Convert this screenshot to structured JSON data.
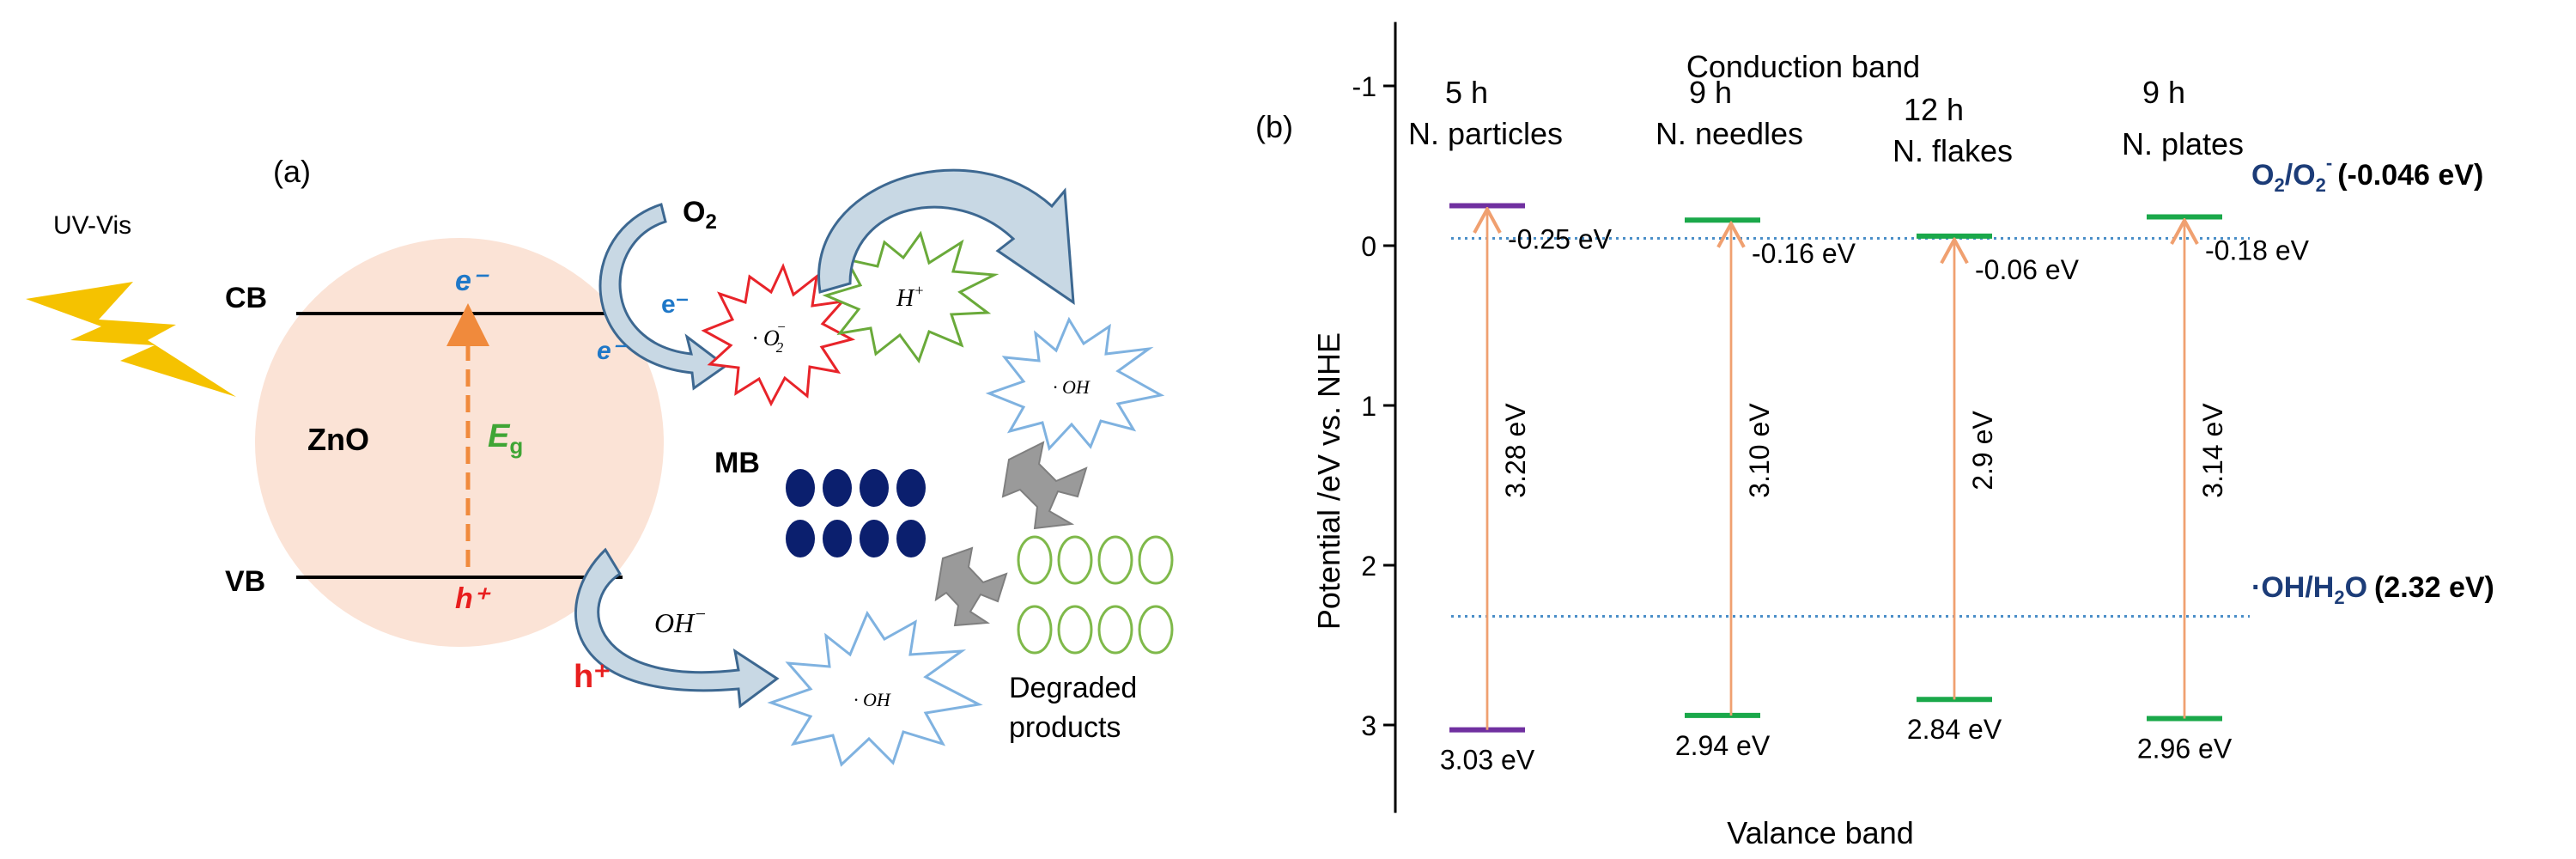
{
  "panel_a": {
    "label": "(a)",
    "light_label": "UV-Vis",
    "cb_label": "CB",
    "vb_label": "VB",
    "semiconductor": "ZnO",
    "electron_top": "e⁻",
    "hole_bottom": "h⁺",
    "band_gap": "E",
    "band_gap_sub": "g",
    "o2": "O",
    "o2_sub": "2",
    "electron_arrow_1": "e⁻",
    "electron_arrow_2": "e⁻",
    "superoxide_main": "· O",
    "superoxide_sup": "−",
    "superoxide_sub": "2",
    "proton_main": "H",
    "proton_sup": "+",
    "hydroxyl_top": "· OH",
    "mb_label": "MB",
    "hydroxide_main": "OH",
    "hydroxide_sup": "−",
    "hole_label": "h⁺",
    "hydroxyl_bottom": "· OH",
    "degraded_line1": "Degraded",
    "degraded_line2": "products",
    "colors": {
      "particle": "#fbe3d6",
      "electron": "#1f78c8",
      "hole": "#e81e1e",
      "gap_arrow": "#f08a3c",
      "band_gap_text": "#3fa535",
      "bolt": "#f5c200",
      "superoxide_burst": "#e8242a",
      "proton_burst": "#6aaa3a",
      "hydroxyl_burst": "#7fb2e0",
      "mb_dots": "#0b1f6e",
      "products": "#7fb94a",
      "curved_arrow_fill": "#a9bcc8",
      "gray_arrows": "#9a9a9a"
    }
  },
  "panel_b": {
    "label": "(b)",
    "y_axis_title": "Potential /eV vs. NHE",
    "y_ticks": [
      "-1",
      "0",
      "1",
      "2",
      "3"
    ],
    "top_title": "Conduction band",
    "bottom_title": "Valance band",
    "ref_top_main": "O",
    "ref_top_sub": "2",
    "ref_top_sep": "/O",
    "ref_top_sub2": "2",
    "ref_top_sup": "-",
    "ref_top_value": "(-0.046 eV)",
    "ref_bottom_main": "·OH/H",
    "ref_bottom_sub": "2",
    "ref_bottom_o": "O",
    "ref_bottom_value": "(2.32 eV)",
    "ref_color": "#1c3c78",
    "dotted_color": "#4a8ec8",
    "arrow_color": "#f0a070"
  },
  "chart_data": {
    "type": "band diagram",
    "y_axis": {
      "title": "Potential /eV vs. NHE",
      "ylim": [
        -1.4,
        3.55
      ],
      "ticks": [
        -1,
        0,
        1,
        2,
        3
      ],
      "inverted": true
    },
    "reference_levels": [
      {
        "label": "O2/O2- (-0.046 eV)",
        "value": -0.046
      },
      {
        "label": "·OH/H2O (2.32 eV)",
        "value": 2.32
      }
    ],
    "samples": [
      {
        "time": "5 h",
        "name": "N. particles",
        "cb": -0.25,
        "vb": 3.03,
        "eg": 3.28,
        "cb_label": "-0.25 eV",
        "vb_label": "3.03 eV",
        "eg_label": "3.28 eV",
        "color": "#7030a0"
      },
      {
        "time": "9 h",
        "name": "N. needles",
        "cb": -0.16,
        "vb": 2.94,
        "eg": 3.1,
        "cb_label": "-0.16 eV",
        "vb_label": "2.94 eV",
        "eg_label": "3.10 eV",
        "color": "#1aa84a"
      },
      {
        "time": "12 h",
        "name": "N. flakes",
        "cb": -0.06,
        "vb": 2.84,
        "eg": 2.9,
        "cb_label": "-0.06 eV",
        "vb_label": "2.84 eV",
        "eg_label": "2.9 eV",
        "color": "#1aa84a"
      },
      {
        "time": "9 h",
        "name": "N. plates",
        "cb": -0.18,
        "vb": 2.96,
        "eg": 3.14,
        "cb_label": "-0.18 eV",
        "vb_label": "2.96 eV",
        "eg_label": "3.14 eV",
        "color": "#1aa84a"
      }
    ]
  }
}
